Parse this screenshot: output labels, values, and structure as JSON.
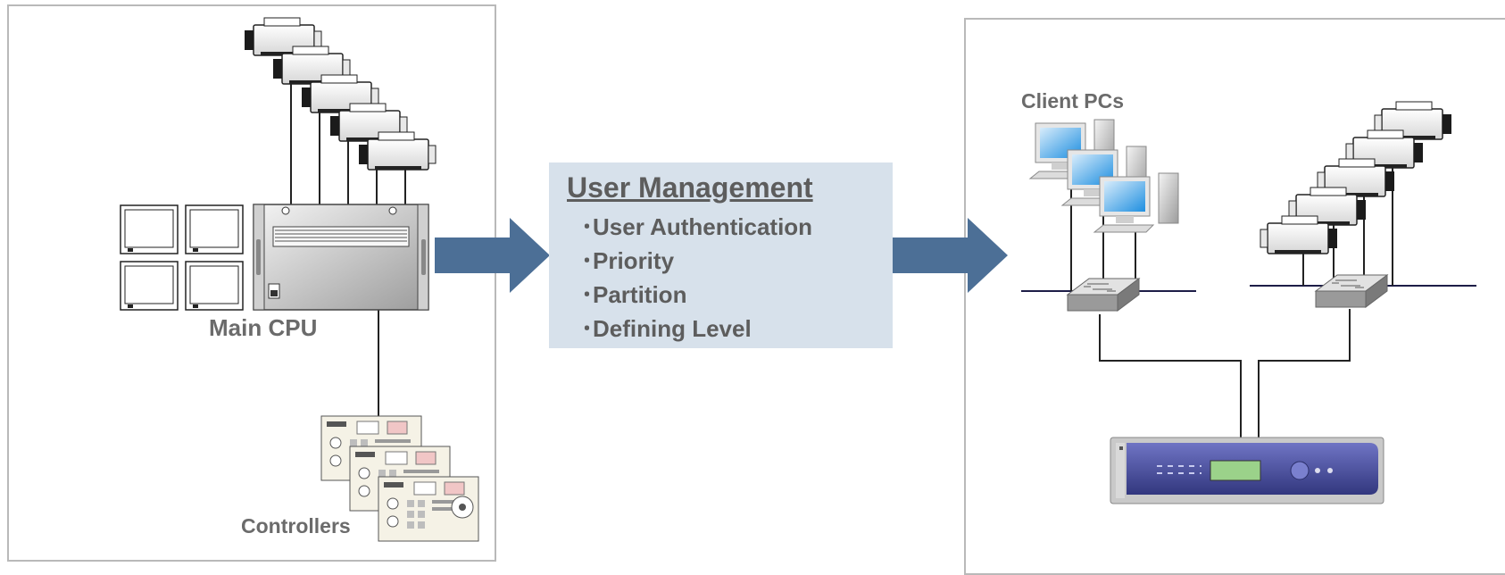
{
  "labels": {
    "main_cpu": "Main CPU",
    "controllers": "Controllers",
    "client_pcs": "Client PCs"
  },
  "user_management": {
    "title": "User Management",
    "items": [
      "･User Authentication",
      "･Priority",
      "･Partition",
      "･Defining Level"
    ]
  },
  "colors": {
    "arrow": "#4c6f96",
    "panel_border": "#b9b9b9",
    "box_fill": "#d7e1eb",
    "label_text": "#6b6b6b",
    "recorder": "#4a4fa0"
  }
}
